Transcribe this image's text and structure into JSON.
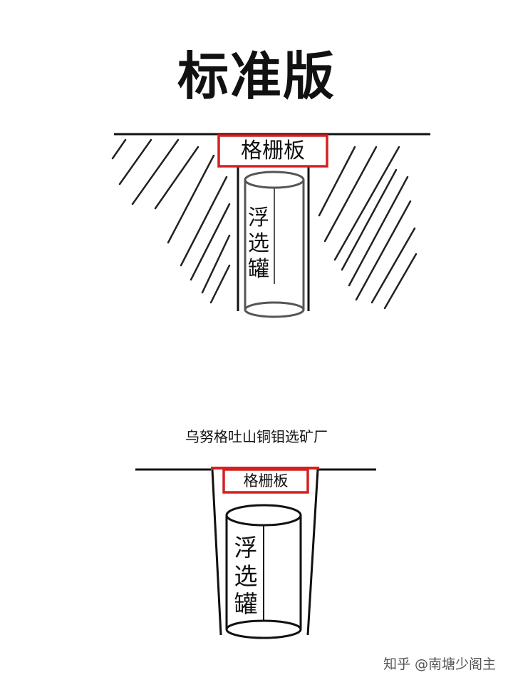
{
  "standard": {
    "title": "标准版",
    "grate_label": "格栅板",
    "tank_label": [
      "浮",
      "选",
      "罐"
    ]
  },
  "plant": {
    "name": "乌努格吐山铜钼选矿厂",
    "grate_label": "格栅板",
    "tank_label": [
      "浮",
      "选",
      "罐"
    ]
  },
  "watermark": "知乎 @南塘少阁主",
  "colors": {
    "line": "#111111",
    "tank_outline": "#555555",
    "grate_border": "#d42020",
    "hatch": "#222222"
  }
}
